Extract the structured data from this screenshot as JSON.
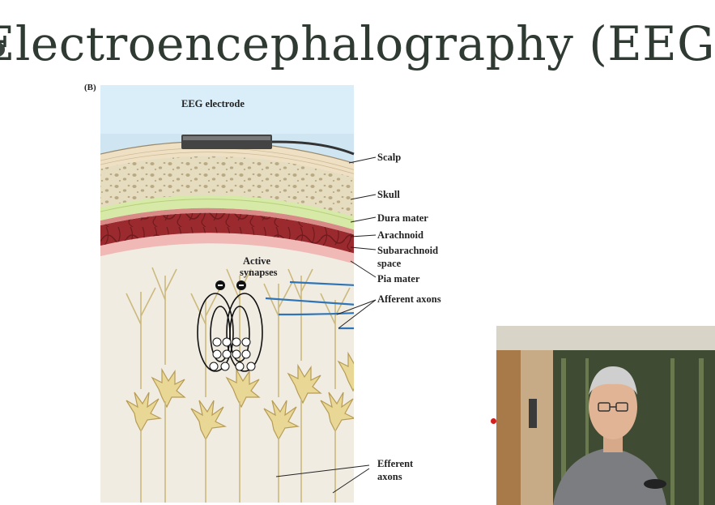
{
  "slide": {
    "title": "Electroencephalography (EEG)"
  },
  "figure": {
    "panel": "(B)",
    "labels": {
      "electrode": "EEG electrode",
      "scalp": "Scalp",
      "skull": "Skull",
      "dura": "Dura mater",
      "arachnoid": "Arachnoid",
      "subarachnoid_1": "Subarachnoid",
      "subarachnoid_2": "space",
      "pia": "Pia mater",
      "active_1": "Active",
      "active_2": "synapses",
      "afferent": "Afferent axons",
      "efferent_1": "Efferent",
      "efferent_2": "axons"
    }
  },
  "colors": {
    "title": "#2f3a33",
    "scalp": "#efe0c4",
    "skull": "#e6dcc0",
    "dura": "#d7e9a6",
    "subarachnoid": "#9a2a2e",
    "pia": "#f0b9b5",
    "cortex": "#f0ece2",
    "neuron": "#e9d796",
    "afferent": "#2f74b7"
  },
  "video": {
    "icon": "presenter-webcam"
  }
}
